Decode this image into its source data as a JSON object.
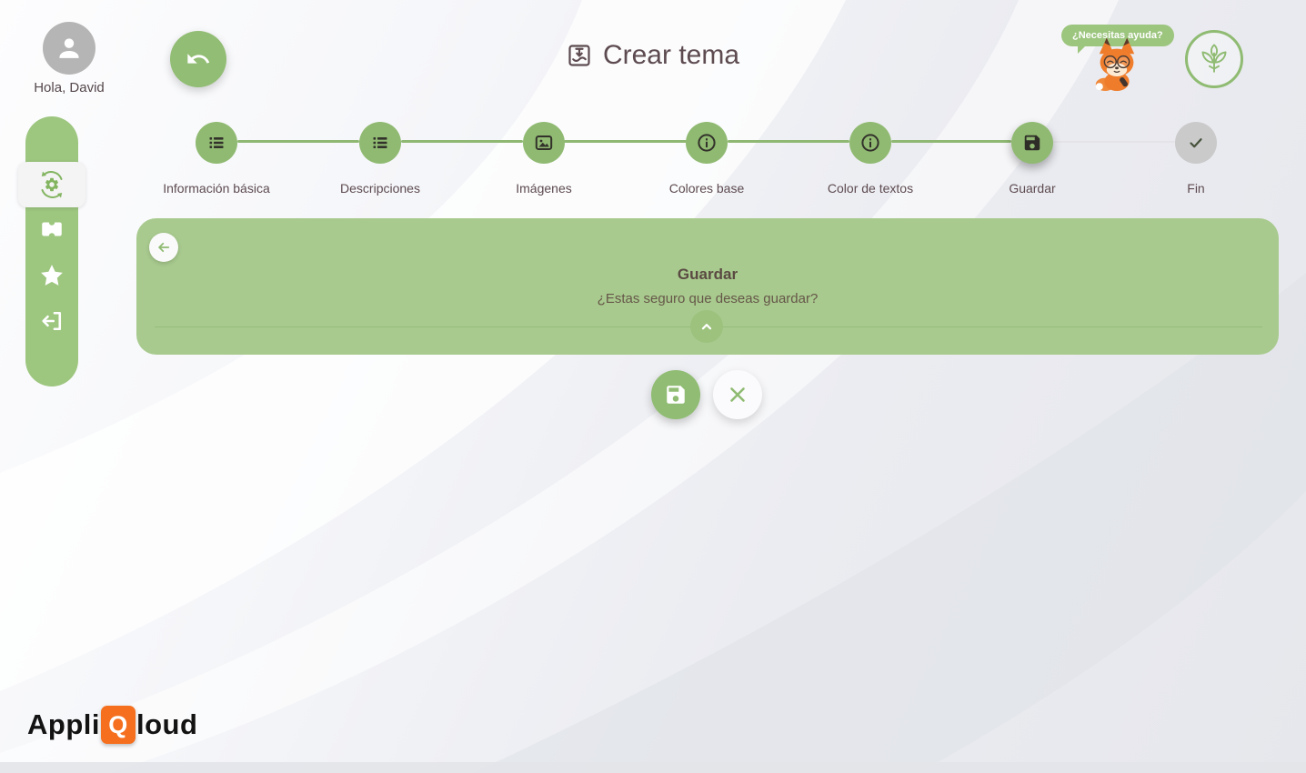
{
  "header": {
    "greeting": "Hola, David",
    "title": "Crear tema",
    "title_icon": "save-box-icon",
    "help_bubble": "¿Necesitas ayuda?",
    "mascot": "fox-mascot",
    "brand_logo": "plant-logo"
  },
  "sidebar": {
    "items": [
      {
        "icon": "settings-sync-icon",
        "active": true
      },
      {
        "icon": "ticket-icon",
        "active": false
      },
      {
        "icon": "star-icon",
        "active": false
      },
      {
        "icon": "logout-icon",
        "active": false
      }
    ]
  },
  "stepper": {
    "steps": [
      {
        "label": "Información básica",
        "icon": "list-icon",
        "state": "completed"
      },
      {
        "label": "Descripciones",
        "icon": "list-icon",
        "state": "completed"
      },
      {
        "label": "Imágenes",
        "icon": "image-icon",
        "state": "completed"
      },
      {
        "label": "Colores base",
        "icon": "info-icon",
        "state": "completed"
      },
      {
        "label": "Color de textos",
        "icon": "info-icon",
        "state": "completed"
      },
      {
        "label": "Guardar",
        "icon": "save-icon",
        "state": "current"
      },
      {
        "label": "Fin",
        "icon": "check-icon",
        "state": "pending"
      }
    ]
  },
  "panel": {
    "back_icon": "arrow-left-icon",
    "title": "Guardar",
    "question": "¿Estas seguro que deseas guardar?",
    "collapse_icon": "chevron-up-icon"
  },
  "actions": {
    "confirm_icon": "save-icon",
    "cancel_icon": "close-icon"
  },
  "footer": {
    "brand": {
      "prefix": "Appli",
      "q": "Q",
      "suffix": "loud"
    }
  },
  "colors": {
    "green_primary": "#90ba72",
    "green_panel": "#a8ca8e",
    "green_sidebar": "#9dc67f",
    "grey_pending": "#cacaca",
    "text_dark": "#5d4b50",
    "orange_brand": "#f56f1e"
  }
}
